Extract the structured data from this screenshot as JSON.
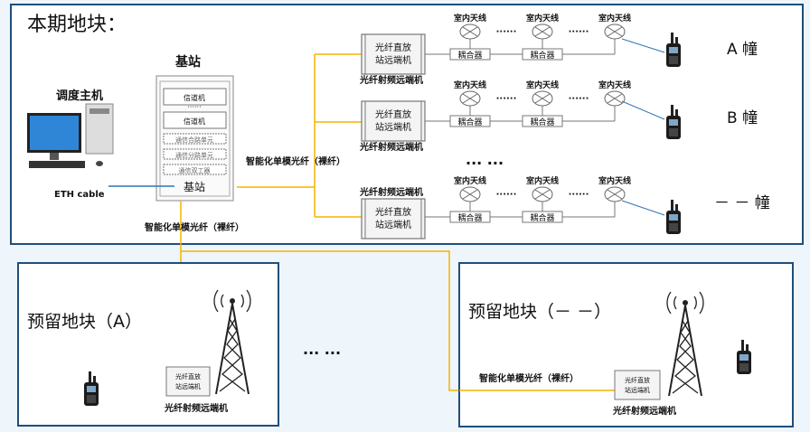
{
  "current_block": {
    "title": "本期地块：",
    "dispatch_host": "调度主机",
    "eth_cable": "ETH cable",
    "base_station": {
      "title": "基站",
      "modules": [
        "信道机",
        "信道机",
        "通信合路单元",
        "通信分路单元",
        "通信双工器"
      ],
      "footer": "基站",
      "dots": "······"
    },
    "fiber_label_right": "智能化单模光纤（裸纤）",
    "fiber_label_down": "智能化单模光纤（裸纤）",
    "rru_box": "光纤直放站远端机",
    "rru_box_line1": "光纤直放",
    "rru_box_line2": "站远端机",
    "rru_label": "光纤射频远端机",
    "antenna_label": "室内天线",
    "coupler_label": "耦合器",
    "chain_dots": "······",
    "ellipsis": "···  ···",
    "buildings": [
      "A  幢",
      "B  幢",
      "－ －  幢"
    ]
  },
  "reserved_a": {
    "title": "预留地块（A）",
    "rru_label": "光纤射频远端机"
  },
  "reserved_n": {
    "title": "预留地块（－ －）",
    "rru_label": "光纤射频远端机",
    "fiber_label": "智能化单模光纤（裸纤）"
  },
  "between_dots": "···  ···",
  "colors": {
    "frame": "#1f4e79",
    "fiber": "#f5b400",
    "eth": "#2e75b6",
    "gray": "#7f7f7f"
  }
}
